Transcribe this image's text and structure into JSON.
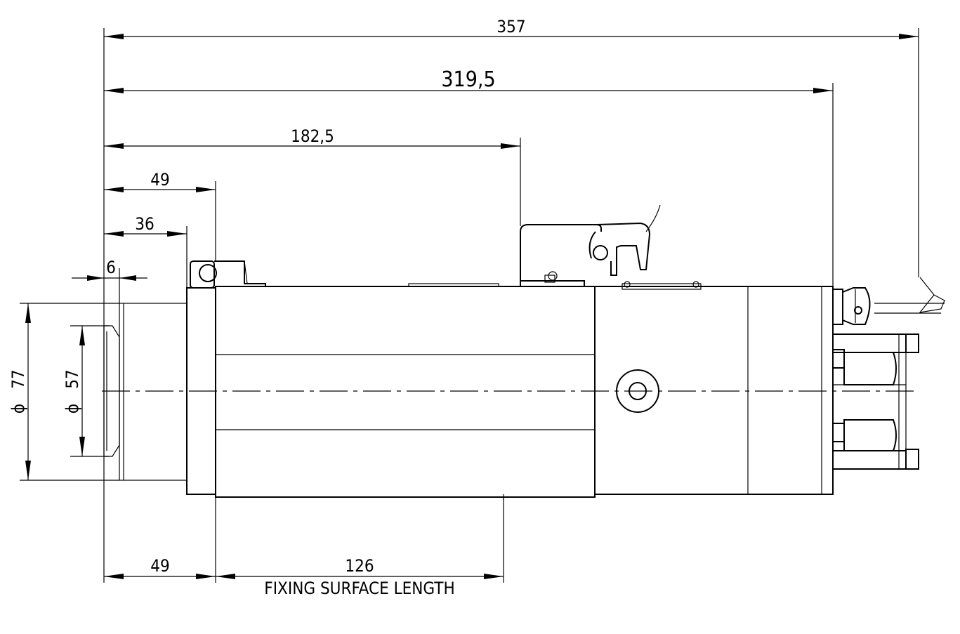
{
  "dimensions": {
    "overall_length": "357",
    "body_length": "319,5",
    "to_connector": "182,5",
    "to_fixing_start_top": "49",
    "to_flange": "36",
    "nose_length": "6",
    "outer_diameter": "77",
    "inner_diameter": "57",
    "to_fixing_start_bottom": "49",
    "fixing_length": "126"
  },
  "symbols": {
    "diameter": "ϕ"
  },
  "notes": {
    "fixing_surface": "FIXING SURFACE LENGTH"
  }
}
